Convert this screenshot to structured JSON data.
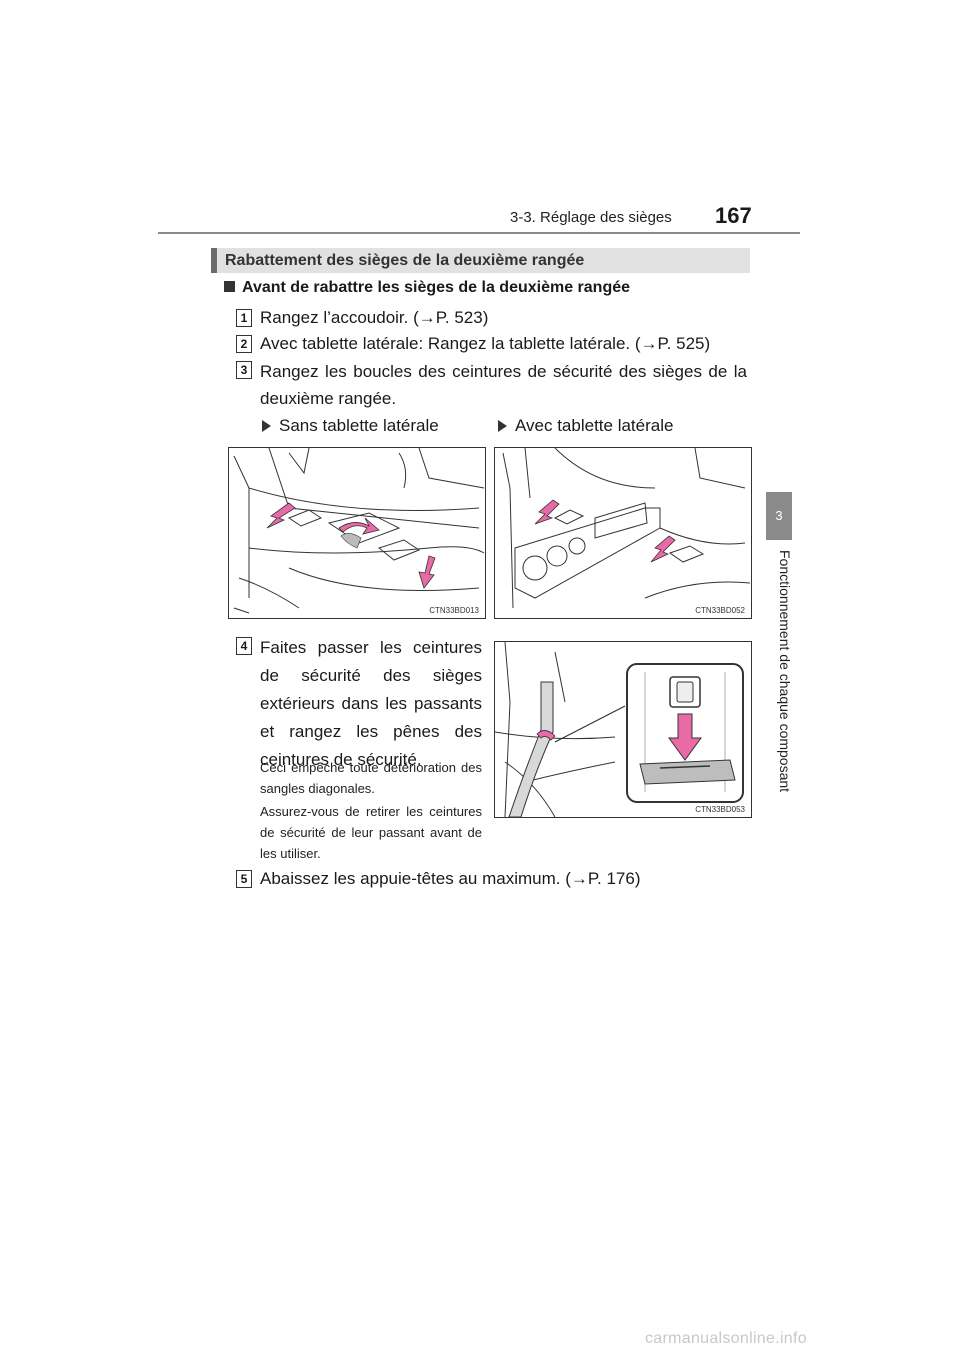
{
  "header": {
    "section": "3-3. Réglage des sièges",
    "page_number": "167"
  },
  "side_tab": {
    "chapter_number": "3",
    "chapter_title": "Fonctionnement de chaque composant"
  },
  "banner": {
    "title": "Rabattement des sièges de la deuxième rangée"
  },
  "subhead": "Avant de rabattre les sièges de la deuxième rangée",
  "steps": [
    {
      "num": "1",
      "text": "Rangez l’accoudoir. (→P. 523)"
    },
    {
      "num": "2",
      "text": "Avec tablette latérale: Rangez la tablette latérale. (→P. 525)"
    },
    {
      "num": "3",
      "text": "Rangez les boucles des ceintures de sécurité des sièges de la deuxième rangée."
    },
    {
      "num": "4",
      "text": "Faites passer les ceintures de sécurité des sièges extérieurs dans les passants et rangez les pênes des ceintures de sécurité."
    },
    {
      "num": "5",
      "text": "Abaissez les appuie-têtes au maximum. (→P. 176)"
    }
  ],
  "variants": {
    "left_caption": "Sans tablette latérale",
    "right_caption": "Avec tablette latérale"
  },
  "images": {
    "left_code": "CTN33BD013",
    "right_code": "CTN33BD052",
    "belt_code": "CTN33BD053"
  },
  "notes": [
    "Ceci empêche toute détérioration des sangles diagonales.",
    "Assurez-vous de retirer les ceintures de sécurité de leur passant avant de les utiliser."
  ],
  "colors": {
    "arrow_pink": "#e86aa6",
    "banner_bg": "#e1e1e1",
    "tab_gray": "#8a8a8a"
  },
  "watermark": "carmanualsonline.info"
}
